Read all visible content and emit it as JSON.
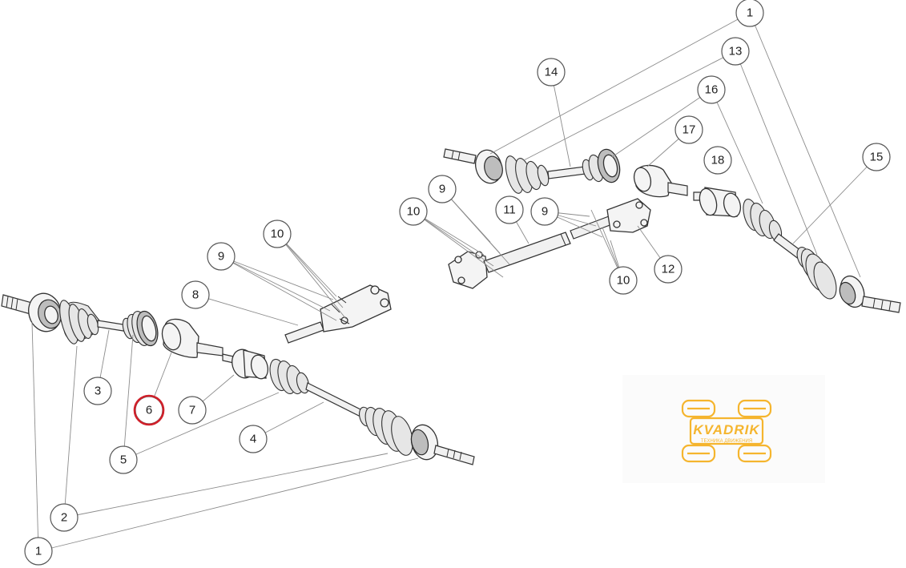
{
  "callouts": {
    "left": {
      "c1": "1",
      "c2": "2",
      "c3": "3",
      "c4": "4",
      "c5": "5",
      "c6": "6",
      "c7": "7",
      "c8": "8",
      "c9": "9",
      "c10": "10"
    },
    "right": {
      "c1": "1",
      "c9": "9",
      "c9b": "9",
      "c10": "10",
      "c10b": "10",
      "c11": "11",
      "c12": "12",
      "c13": "13",
      "c14": "14",
      "c15": "15",
      "c16": "16",
      "c17": "17",
      "c18": "18"
    }
  },
  "highlight": {
    "label": "6",
    "color": "#d0202a"
  },
  "logo": {
    "name": "KVADRIK",
    "tagline": "ТЕХНИКА ДВИЖЕНИЯ",
    "color": "#f5b52e"
  }
}
